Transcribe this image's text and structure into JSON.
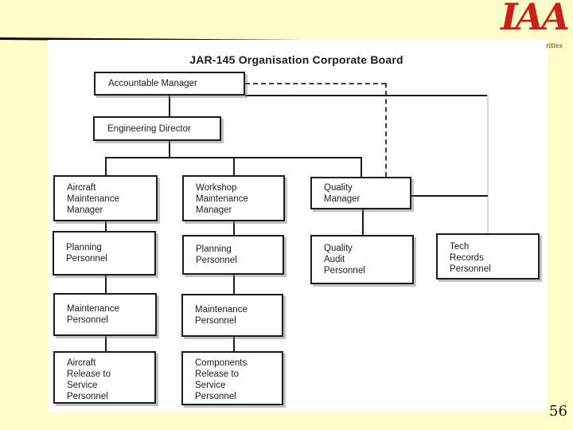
{
  "page": {
    "number": "56"
  },
  "logo": {
    "text": "IAA",
    "tagline_fragment": "rities",
    "color": "#c8201a"
  },
  "diagram": {
    "title": "JAR-145 Organisation Corporate Board",
    "boxes": {
      "accountable_manager": "Accountable Manager",
      "engineering_director": "Engineering Director",
      "aircraft_maintenance_manager": "Aircraft\nMaintenance\nManager",
      "workshop_maintenance_manager": "Workshop\nMaintenance\nManager",
      "quality_manager": "Quality\nManager",
      "planning_personnel_1": "Planning\nPersonnel",
      "planning_personnel_2": "Planning\nPersonnel",
      "quality_audit_personnel": "Quality\nAudit\nPersonnel",
      "tech_records_personnel": "Tech\nRecords\nPersonnel",
      "maintenance_personnel_1": "Maintenance\nPersonnel",
      "maintenance_personnel_2": "Maintenance\nPersonnel",
      "aircraft_release_to_service_personnel": "Aircraft\nRelease to\nService\nPersonnel",
      "components_release_to_service_personnel": "Components\nRelease to\nService\nPersonnel"
    },
    "edges": [
      "JAR-145 Organisation Corporate Board -> Accountable Manager",
      "Accountable Manager -> Engineering Director",
      "Accountable Manager -dashed-> Quality Manager",
      "Accountable Manager -> Tech Records Personnel",
      "Engineering Director -> Aircraft Maintenance Manager",
      "Engineering Director -> Workshop Maintenance Manager",
      "Engineering Director -> Quality Manager",
      "Quality Manager -> Quality Audit Personnel",
      "Quality Manager -> Tech Records Personnel",
      "Aircraft Maintenance Manager -> Planning Personnel -> Maintenance Personnel -> Aircraft Release to Service Personnel",
      "Workshop Maintenance Manager -> Planning Personnel -> Maintenance Personnel -> Components Release to Service Personnel"
    ]
  }
}
